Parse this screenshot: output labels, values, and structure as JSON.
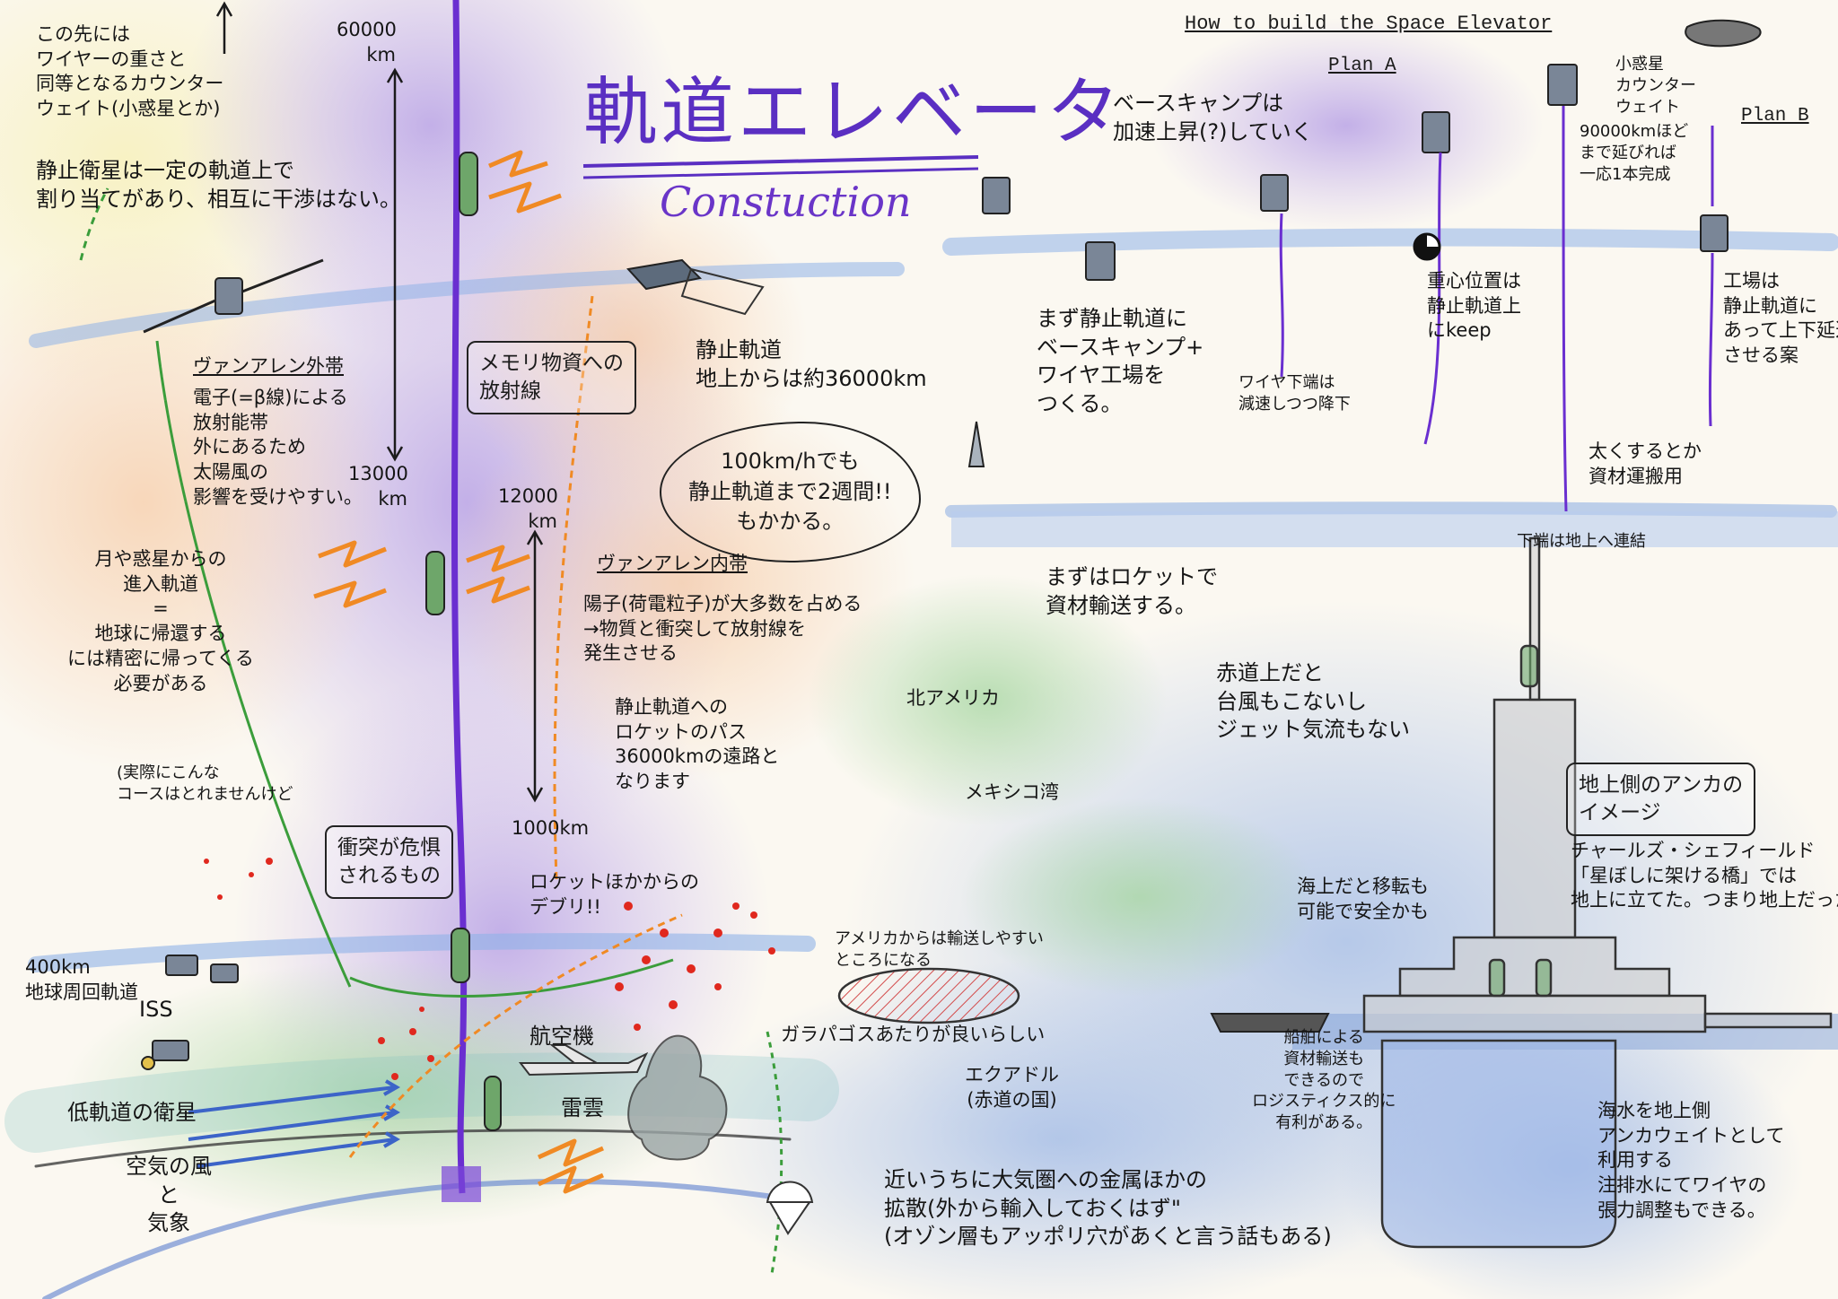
{
  "title": "軌道エレベータ",
  "subtitle": "Constuction",
  "guide_heading": "How to build the Space Elevator",
  "plans": {
    "a": "Plan A",
    "b": "Plan B"
  },
  "altitudes": {
    "a60000": "60000\n     km",
    "a13000": "13000\n     km",
    "a12000": "12000\n     km",
    "a1000": "1000km",
    "a400": "400km\n地球周回軌道"
  },
  "notes": {
    "counterweight": "この先には\nワイヤーの重さと\n同等となるカウンター\nウェイト(小惑星とか)",
    "geo_sats": "静止衛星は一定の軌道上で\n割り当てがあり、相互に干渉はない。",
    "outer_belt_title": "ヴァンアレン外帯",
    "outer_belt_body": "電子(=β線)による\n放射能帯\n外にあるため\n太陽風の\n影響を受けやすい。",
    "moon_entry": "月や惑星からの\n進入軌道\n=\n地球に帰還する\nには精密に帰ってくる\n必要がある",
    "real_course": "(実際にこんな\nコースはとれませんけど",
    "collision_box": "衝突が危惧\nされるもの",
    "iss": "ISS",
    "low_orbit": "低軌道の衛星",
    "wind": "空気の風\nと\n気象",
    "device_box": "メモリ物資への\n放射線",
    "geo_orbit": "静止軌道\n地上からは約36000km",
    "bubble": "100km/hでも\n静止軌道まで2週間!!\nもかかる。",
    "inner_belt_title": "ヴァンアレン内帯",
    "inner_belt_body": "陽子(荷電粒子)が大多数を占める\n→物質と衝突して放射線を\n発生させる",
    "rocket_path": "静止軌道への\nロケットのパス\n36000kmの遠路と\nなります",
    "debris": "ロケットほかからの\nデブリ!!",
    "aircraft": "航空機",
    "thunder": "雷雲",
    "metal_diffusion": "近いうちに大気圏への金属ほかの\n拡散(外から輸入しておくはず\"\n(オゾン層もアッポリ穴があくと言う話もある)",
    "base_camp_rise": "ベースキャンプは\n加速上昇(?)していく",
    "first_geo": "まず静止軌道に\nベースキャンプ+\nワイヤ工場を\nつくる。",
    "wire_descent": "ワイヤ下端は\n減速しつつ降下",
    "center_gravity": "重心位置は\n静止軌道上\nにkeep",
    "complete_90000": "90000kmほど\nまで延びれば\n一応1本完成",
    "counterweight_small": "小惑星\nカウンター\nウェイト",
    "factory_plan": "工場は\n静止軌道に\nあって上下延進\nさせる案",
    "thicken": "太くするとか\n資材運搬用",
    "lower_end": "下端は地上へ連結",
    "rocket_transport": "まずはロケットで\n資材輸送する。",
    "equator": "赤道上だと\n台風もこないし\nジェット気流もない",
    "north_america": "北アメリカ",
    "gulf_mexico": "メキシコ湾",
    "americas_transport": "アメリカからは輸送しやすい\nところになる",
    "galapagos": "ガラパゴスあたりが良いらしい",
    "ecuador": "エクアドル\n(赤道の国)",
    "anchor_box": "地上側のアンカの\nイメージ",
    "sheffield": "チャールズ・シェフィールド\n「星ぼしに架ける橋」では\n地上に立てた。つまり地上だった。",
    "sea_route": "海上だと移転も\n可能で安全かも",
    "ship_transport": "船舶による\n資材輸送も\nできるので\nロジスティクス的に\n有利がある。",
    "seawater": "海水を地上側\nアンカウェイトとして\n利用する\n注排水にてワイヤの\n張力調整もできる。"
  },
  "colors": {
    "accent": "#5a2fc2",
    "tether": "#6a2fd0",
    "orange": "#f08a24",
    "blue_band": "#8fb3e8",
    "debris": "#e0281e"
  }
}
